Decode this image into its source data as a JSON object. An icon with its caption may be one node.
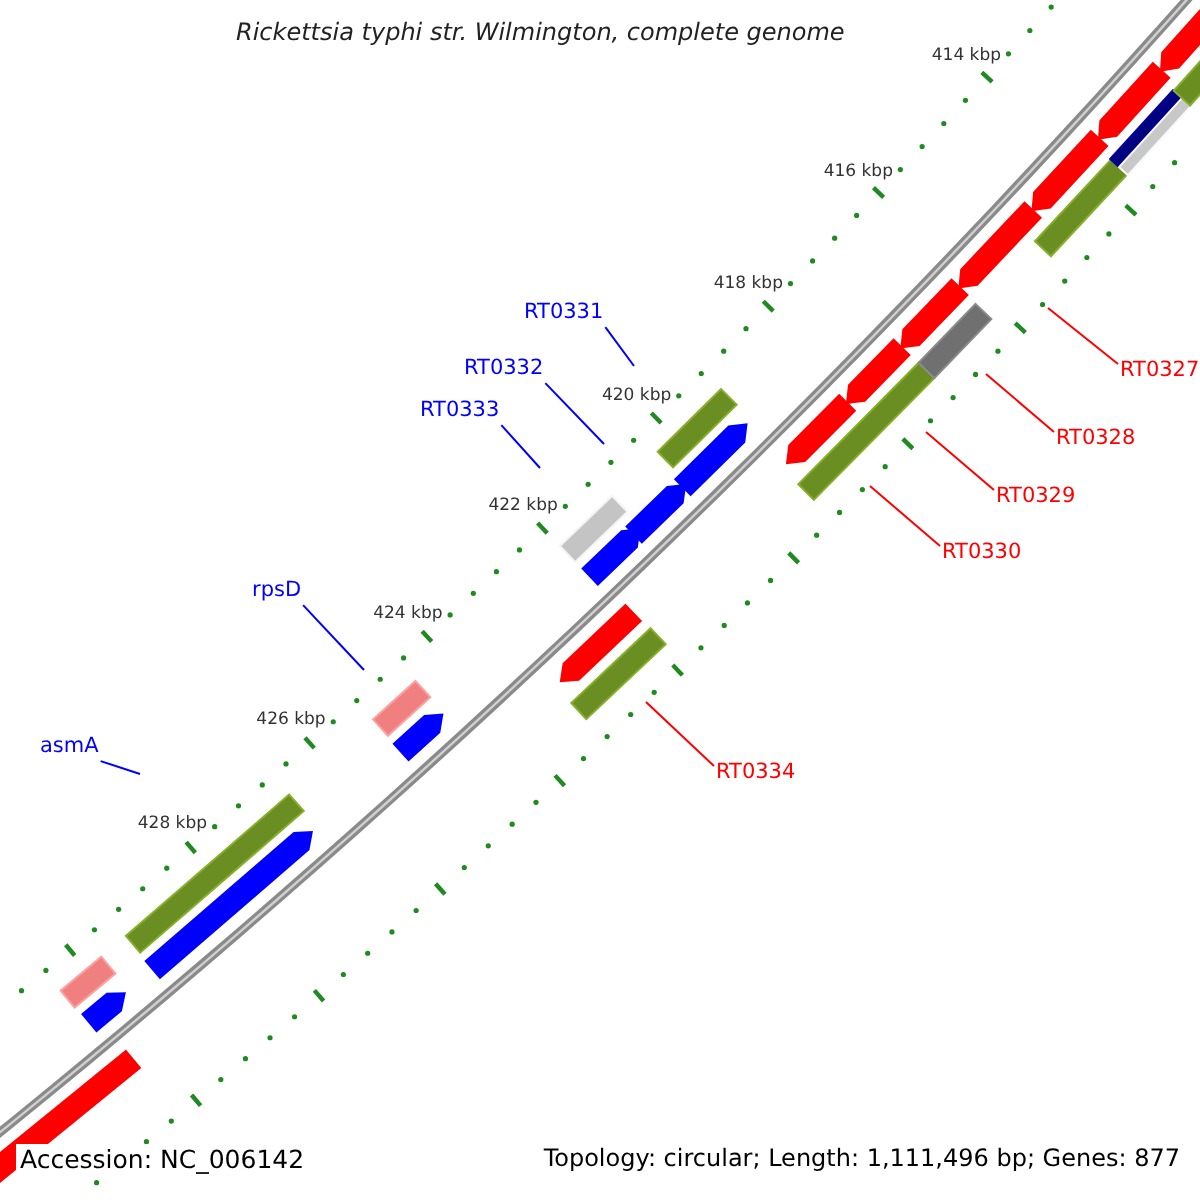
{
  "diagram": {
    "title": "Rickettsia typhi str. Wilmington, complete genome",
    "nodes": [
      {
        "text": [
          "RT0331"
        ]
      },
      {
        "text": [
          "RT0332"
        ]
      },
      {
        "text": [
          "RT0327"
        ]
      },
      {
        "text": [
          "RT0333"
        ]
      },
      {
        "text": [
          "RT0328"
        ]
      },
      {
        "text": [
          "RT0329"
        ]
      },
      {
        "text": [
          "RT0330"
        ]
      },
      {
        "text": [
          "rpsD"
        ]
      },
      {
        "text": [
          "asmA"
        ]
      },
      {
        "text": [
          "RT0334"
        ]
      }
    ],
    "edges": [
      {
        "from": 0,
        "to": null,
        "arrow": "none",
        "color": "#0000ff"
      },
      {
        "from": 1,
        "to": null,
        "arrow": "none",
        "color": "#0000ff"
      },
      {
        "from": 2,
        "to": null,
        "arrow": "none",
        "color": "#ff0000"
      },
      {
        "from": 3,
        "to": null,
        "arrow": "none",
        "color": "#0000ff"
      },
      {
        "from": 4,
        "to": null,
        "arrow": "none",
        "color": "#ff0000"
      },
      {
        "from": 5,
        "to": null,
        "arrow": "none",
        "color": "#ff0000"
      },
      {
        "from": 6,
        "to": null,
        "arrow": "none",
        "color": "#ff0000"
      },
      {
        "from": 7,
        "to": null,
        "arrow": "none",
        "color": "#0000ff"
      },
      {
        "from": 8,
        "to": null,
        "arrow": "none",
        "color": "#0000ff"
      },
      {
        "from": 9,
        "to": null,
        "arrow": "none",
        "color": "#ff0000"
      }
    ],
    "labels": [
      "414 kbp",
      "416 kbp",
      "418 kbp",
      "420 kbp",
      "422 kbp",
      "424 kbp",
      "426 kbp",
      "428 kbp",
      "Accession: NC_006142",
      "Topology: circular; Length: 1,111,496 bp; Genes: 877"
    ]
  }
}
